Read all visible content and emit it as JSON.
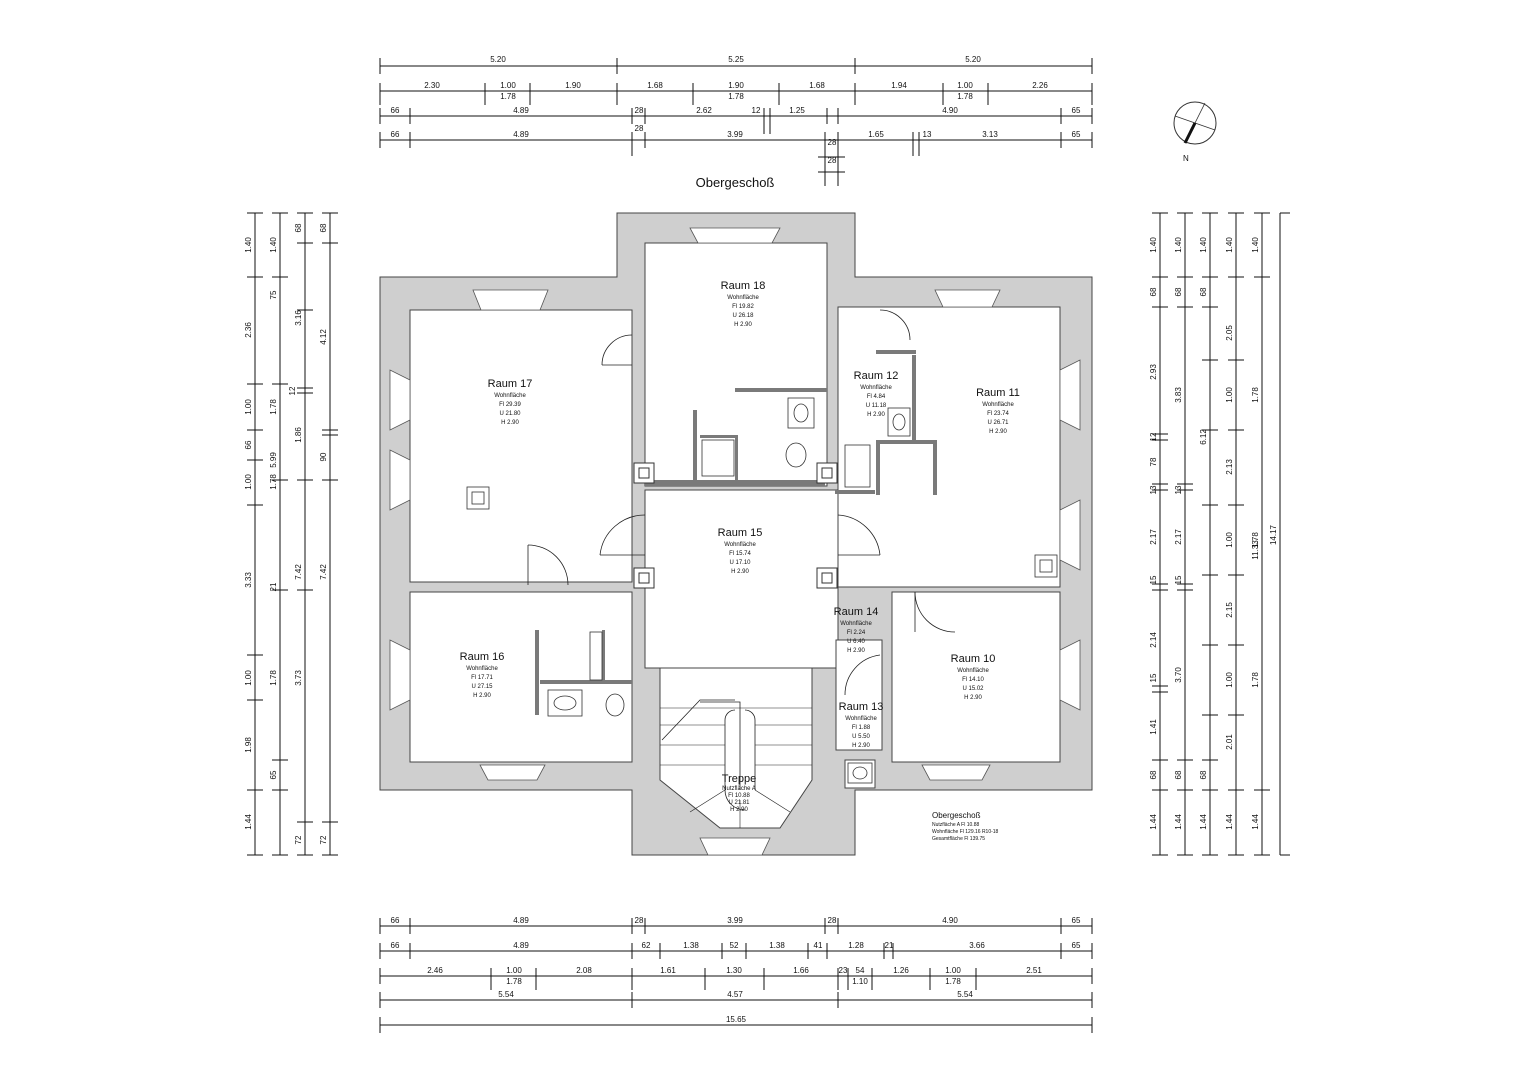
{
  "titles": {
    "top": "Obergeschoß",
    "legend": "Obergeschoß"
  },
  "legend_lines": [
    "Nutzfläche A Fl 10.88",
    "Wohnfläche Fl 129.16 R10-18",
    "Gesamtfläche Fl 139.75"
  ],
  "compass": {
    "label": "N"
  },
  "rooms": [
    {
      "name": "Raum 18",
      "type": "Wohnfläche",
      "fl": "Fl 19.82",
      "u": "U 26.18",
      "h": "H 2.90"
    },
    {
      "name": "Raum 17",
      "type": "Wohnfläche",
      "fl": "Fl 29.39",
      "u": "U 21.80",
      "h": "H 2.90"
    },
    {
      "name": "Raum 12",
      "type": "Wohnfläche",
      "fl": "Fl 4.84",
      "u": "U 11.18",
      "h": "H 2.90"
    },
    {
      "name": "Raum 11",
      "type": "Wohnfläche",
      "fl": "Fl 23.74",
      "u": "U 26.71",
      "h": "H 2.90"
    },
    {
      "name": "Raum 15",
      "type": "Wohnfläche",
      "fl": "Fl 15.74",
      "u": "U 17.10",
      "h": "H 2.90"
    },
    {
      "name": "Raum 14",
      "type": "Wohnfläche",
      "fl": "Fl 2.24",
      "u": "U 6.40",
      "h": "H 2.90"
    },
    {
      "name": "Raum 16",
      "type": "Wohnfläche",
      "fl": "Fl 17.71",
      "u": "U 27.15",
      "h": "H 2.90"
    },
    {
      "name": "Raum 10",
      "type": "Wohnfläche",
      "fl": "Fl 14.10",
      "u": "U 15.02",
      "h": "H 2.90"
    },
    {
      "name": "Raum 13",
      "type": "Wohnfläche",
      "fl": "Fl 1.88",
      "u": "U 5.50",
      "h": "H 2.90"
    },
    {
      "name": "Treppe",
      "type": "Nutzfläche A",
      "fl": "Fl 10.88",
      "u": "U 21.81",
      "h": "H 2.90"
    }
  ],
  "top_dims": [
    [
      "5.20",
      "5.25",
      "5.20"
    ],
    [
      "2.30",
      "1.00",
      "1.90",
      "1.68",
      "1.90",
      "1.68",
      "1.94",
      "1.00",
      "2.26"
    ],
    [
      "1.78",
      "1.78",
      "1.78"
    ],
    [
      "66",
      "4.89",
      "28",
      "2.62",
      "12",
      "1.25",
      "4.90",
      "65"
    ],
    [
      "66",
      "4.89",
      "28",
      "3.99",
      "28",
      "1.65",
      "13",
      "3.13",
      "65"
    ],
    [
      "28"
    ]
  ],
  "bottom_dims": [
    [
      "66",
      "4.89",
      "28",
      "3.99",
      "28",
      "4.90",
      "65"
    ],
    [
      "66",
      "4.89",
      "62",
      "1.38",
      "52",
      "1.38",
      "41",
      "1.28",
      "21",
      "3.66",
      "65"
    ],
    [
      "2.46",
      "1.00",
      "2.08",
      "1.61",
      "1.30",
      "1.66",
      "23",
      "54",
      "1.26",
      "1.00",
      "2.51"
    ],
    [
      "1.78",
      "1.10",
      "1.78"
    ],
    [
      "5.54",
      "4.57",
      "5.54"
    ],
    [
      "15.65"
    ]
  ],
  "left_dims": {
    "c1": [
      "1.40",
      "2.36",
      "1.00",
      "66",
      "1.00",
      "3.33",
      "1.00",
      "1.98",
      "1.44"
    ],
    "c2": [
      "1.40",
      "1.78",
      "5.99",
      "1.78",
      "21",
      "1.78",
      "65",
      "72"
    ],
    "c3": [
      "68",
      "75",
      "3.16",
      "12",
      "1.86",
      "90",
      "7.42",
      "3.73",
      "72"
    ],
    "c4": [
      "68",
      "4.12",
      "7.42",
      "72"
    ]
  },
  "right_dims": {
    "c1": [
      "1.40",
      "68",
      "2.93",
      "12",
      "78",
      "13",
      "2.17",
      "15",
      "2.14",
      "15",
      "1.41",
      "68",
      "1.44"
    ],
    "c2": [
      "1.40",
      "68",
      "3.83",
      "13",
      "2.17",
      "15",
      "3.70",
      "68",
      "1.44"
    ],
    "c3": [
      "1.40",
      "68",
      "2.05",
      "1.00",
      "2.13",
      "1.00",
      "2.15",
      "1.00",
      "2.01",
      "68",
      "1.44"
    ],
    "c4": [
      "1.40",
      "1.78",
      "6.12",
      "1.78",
      "11.33",
      "1.78",
      "1.44"
    ],
    "c5": [
      "1.40",
      "14.17",
      "1.44"
    ]
  }
}
